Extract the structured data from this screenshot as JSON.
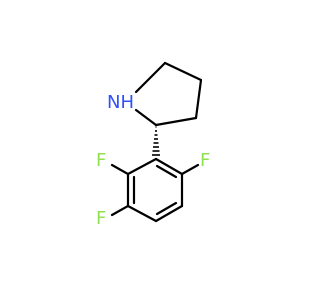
{
  "molecule": {
    "atoms": {
      "nh": {
        "label": "NH",
        "color": "#3050F8"
      },
      "f_top_right": {
        "label": "F",
        "color": "#90E050"
      },
      "f_left_upper": {
        "label": "F",
        "color": "#90E050"
      },
      "f_left_lower": {
        "label": "F",
        "color": "#90E050"
      }
    },
    "stereo": {
      "bond_style": "hashed-wedge"
    }
  }
}
